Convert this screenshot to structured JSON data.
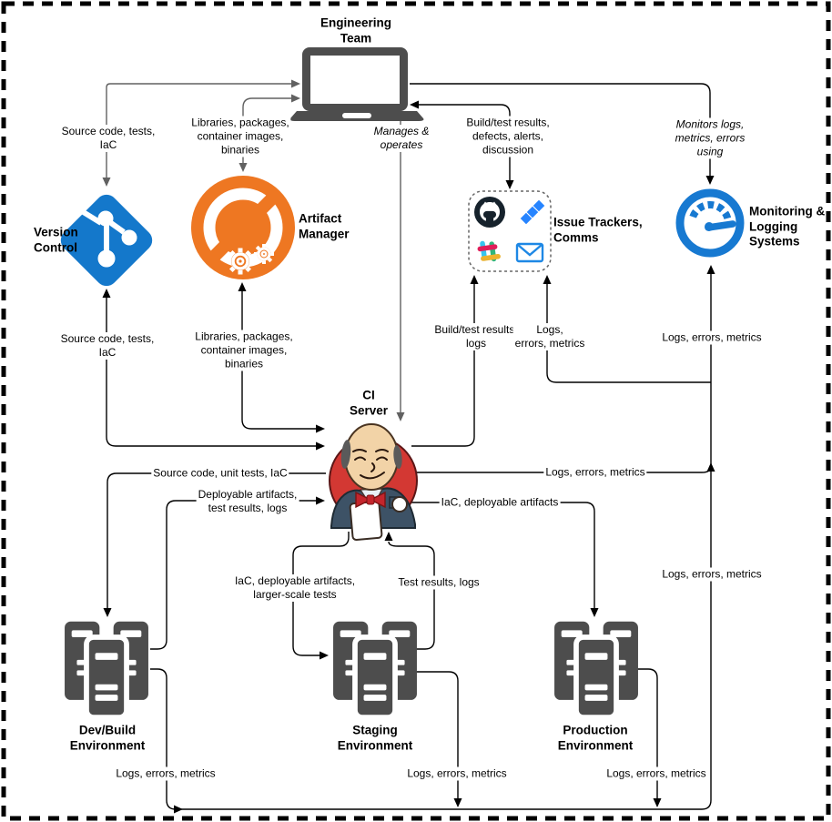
{
  "nodes": {
    "engineering_team": {
      "title": "Engineering\nTeam"
    },
    "version_control": {
      "title": "Version\nControl"
    },
    "artifact_manager": {
      "title": "Artifact\nManager"
    },
    "issue_trackers": {
      "title": "Issue Trackers,\nComms"
    },
    "monitoring": {
      "title": "Monitoring &\nLogging\nSystems"
    },
    "ci_server": {
      "title": "CI\nServer"
    },
    "dev_env": {
      "title": "Dev/Build\nEnvironment"
    },
    "staging_env": {
      "title": "Staging\nEnvironment"
    },
    "prod_env": {
      "title": "Production\nEnvironment"
    }
  },
  "edge_labels": {
    "eng_vc": "Source code, tests,\nIaC",
    "eng_am": "Libraries, packages,\ncontainer images,\nbinaries",
    "manages": "Manages &\noperates",
    "issues_eng": "Build/test results,\ndefects, alerts,\ndiscussion",
    "monitors": "Monitors logs,\nmetrics, errors\nusing",
    "vc_ci": "Source code, tests,\nIaC",
    "am_ci": "Libraries, packages,\ncontainer images,\nbinaries",
    "ci_issues": "Build/test results,\nlogs",
    "logs_issues": "Logs,\nerrors, metrics",
    "logs_mon_upper": "Logs, errors, metrics",
    "ci_dev": "Source code, unit tests, IaC",
    "dev_ci": "Deployable artifacts,\ntest results, logs",
    "ci_logs": "Logs, errors, metrics",
    "ci_prod": "IaC, deployable artifacts",
    "ci_staging": "IaC, deployable artifacts,\nlarger-scale tests",
    "staging_ci": "Test results, logs",
    "logs_mon_lower": "Logs, errors, metrics",
    "dev_logs": "Logs, errors, metrics",
    "staging_logs": "Logs, errors, metrics",
    "prod_logs": "Logs, errors, metrics"
  },
  "colors": {
    "vc_blue": "#1478cb",
    "artifact_orange": "#ee7722",
    "monitor_blue": "#1779d1",
    "jenkins_red": "#d33833",
    "device_gray": "#4d4d4d",
    "server_gray": "#4d4d4d",
    "github_dark": "#16222c",
    "jira_blue": "#2684ff",
    "mail_blue": "#1e88e5",
    "slack": [
      "#36c5f0",
      "#2eb67d",
      "#e01e5a",
      "#ecb22e"
    ]
  }
}
